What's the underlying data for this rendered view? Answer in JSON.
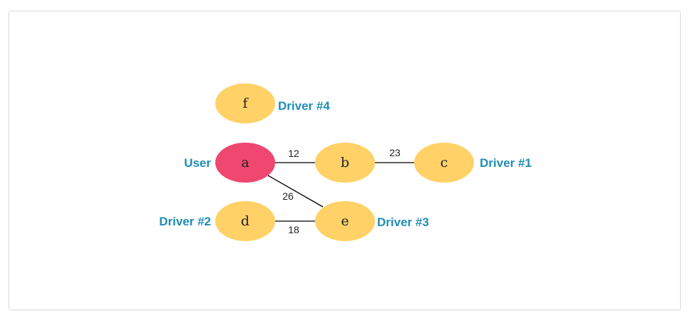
{
  "colors": {
    "user_node": "#ef4770",
    "driver_node": "#ffd166",
    "role_label": "#1f8db5",
    "edge": "#000000"
  },
  "nodes": {
    "a": {
      "label": "a",
      "role": "User"
    },
    "b": {
      "label": "b",
      "role": ""
    },
    "c": {
      "label": "c",
      "role": "Driver #1"
    },
    "d": {
      "label": "d",
      "role": "Driver #2"
    },
    "e": {
      "label": "e",
      "role": "Driver #3"
    },
    "f": {
      "label": "f",
      "role": "Driver #4"
    }
  },
  "edges": [
    {
      "from": "a",
      "to": "b",
      "weight": "12"
    },
    {
      "from": "b",
      "to": "c",
      "weight": "23"
    },
    {
      "from": "a",
      "to": "e",
      "weight": "26"
    },
    {
      "from": "d",
      "to": "e",
      "weight": "18"
    }
  ]
}
